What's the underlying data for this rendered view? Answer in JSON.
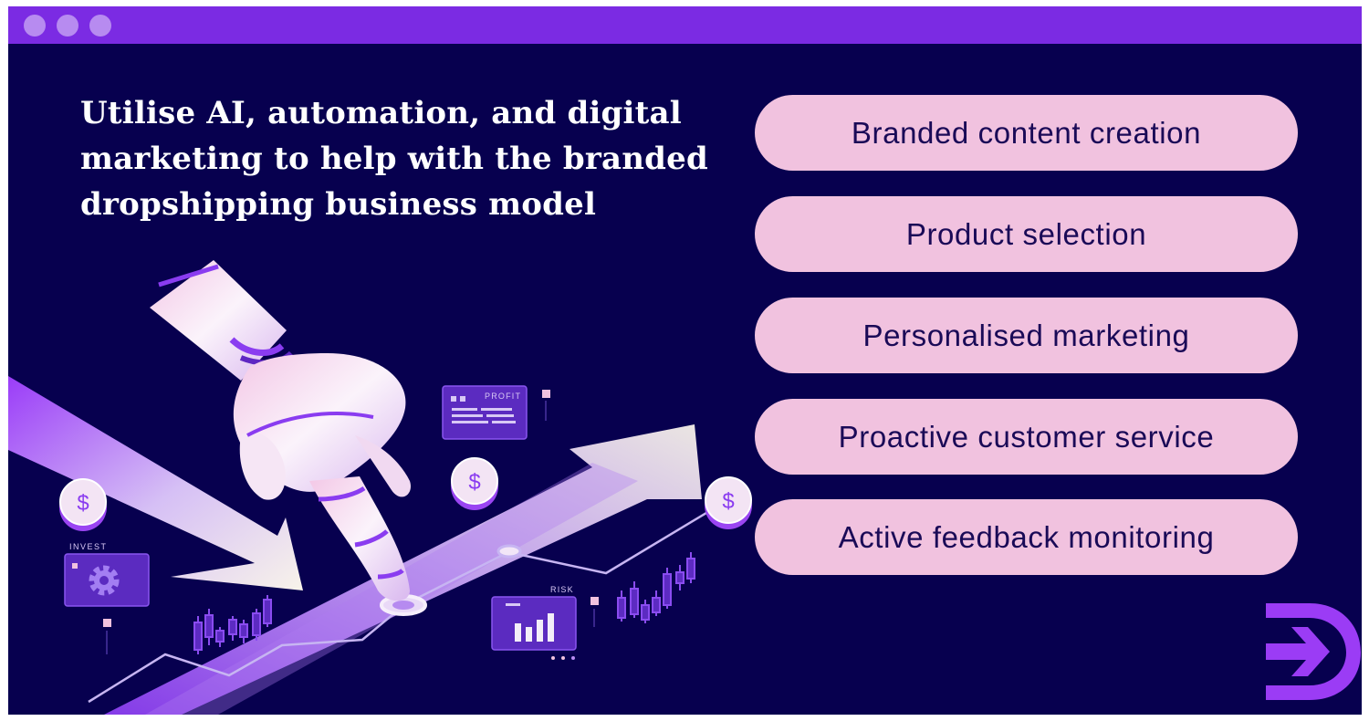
{
  "window": {
    "controls": [
      "dot",
      "dot",
      "dot"
    ]
  },
  "headline": "Utilise AI, automation, and digital marketing to help with the branded dropshipping business model",
  "benefits": [
    "Branded content creation",
    "Product selection",
    "Personalised marketing",
    "Proactive customer service",
    "Active feedback monitoring"
  ],
  "illustration": {
    "invest_label": "INVEST",
    "profit_label": "PROFIT",
    "risk_label": "RISK",
    "coin_symbol": "$"
  },
  "colors": {
    "background": "#07004f",
    "titlebar": "#7b2be3",
    "pill": "#f1c2df",
    "accent": "#9b3cf5"
  },
  "icons": [
    "robot-hand-icon",
    "dollar-coin-icon",
    "gear-icon",
    "bar-chart-icon",
    "arrow-logo-icon"
  ]
}
